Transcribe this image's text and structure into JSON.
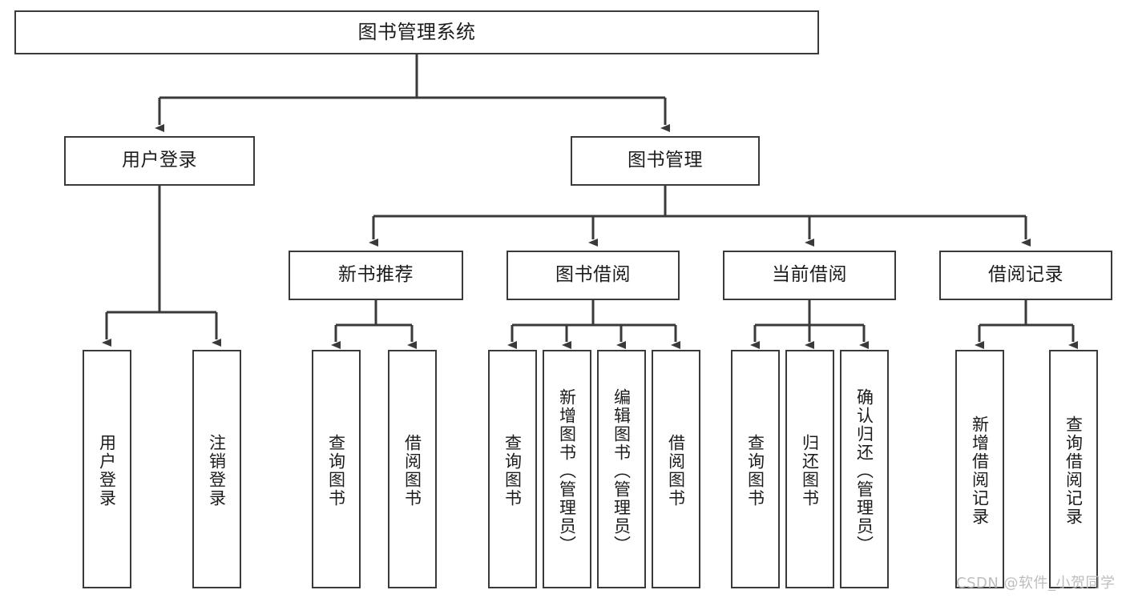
{
  "diagram": {
    "title": "图书管理系统",
    "type": "tree-hierarchy-chart",
    "colors": {
      "stroke": "#3a3a3a",
      "fill": "#ffffff",
      "text": "#1c1c1c",
      "watermark": "#bdbdbd"
    },
    "root": {
      "label": "图书管理系统"
    },
    "level2": [
      {
        "label": "用户登录"
      },
      {
        "label": "图书管理"
      }
    ],
    "level3": [
      {
        "label": "新书推荐"
      },
      {
        "label": "图书借阅"
      },
      {
        "label": "当前借阅"
      },
      {
        "label": "借阅记录"
      }
    ],
    "leaves": {
      "user_login": [
        {
          "label": "用户登录"
        },
        {
          "label": "注销登录"
        }
      ],
      "new_book_recommend": [
        {
          "label": "查询图书"
        },
        {
          "label": "借阅图书"
        }
      ],
      "book_borrow": [
        {
          "label": "查询图书"
        },
        {
          "label": "新增图书（管理员）"
        },
        {
          "label": "编辑图书（管理员）"
        },
        {
          "label": "借阅图书"
        }
      ],
      "current_borrow": [
        {
          "label": "查询图书"
        },
        {
          "label": "归还图书"
        },
        {
          "label": "确认归还（管理员）"
        }
      ],
      "borrow_record": [
        {
          "label": "新增借阅记录"
        },
        {
          "label": "查询借阅记录"
        }
      ]
    },
    "watermark": "CSDN @软件_小贺同学"
  }
}
